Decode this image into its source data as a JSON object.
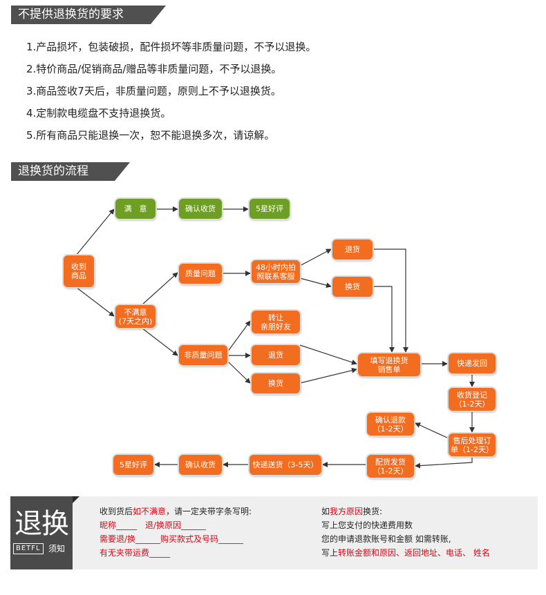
{
  "section1": {
    "title": "不提供退换货的要求"
  },
  "rules": [
    "1.产品损坏，包装破损，配件损坏等非质量问题，不予以退换。",
    "2.特价商品/促销商品/赠品等非质量问题，不予以退换。",
    "3.商品签收7天后，非质量问题，原则上不予以退换货。",
    "4.定制款电缆盘不支持退换货。",
    "5.所有商品只能退换一次，恕不能退换多次，请谅解。"
  ],
  "section2": {
    "title": "退换货的流程"
  },
  "flow": {
    "colors": {
      "orange": "#f36d21",
      "green": "#6f9e25",
      "arrow": "#333333"
    },
    "nodes": {
      "receive": {
        "lines": [
          "收到",
          "商品"
        ],
        "color": "orange"
      },
      "satisfied": {
        "lines": [
          "满　意"
        ],
        "color": "green"
      },
      "confirm1": {
        "lines": [
          "确认收货"
        ],
        "color": "green"
      },
      "star1": {
        "lines": [
          "5星好评"
        ],
        "color": "green"
      },
      "unsatisfied": {
        "lines": [
          "不满意",
          "(7天之内)"
        ],
        "color": "orange"
      },
      "quality": {
        "lines": [
          "质量问题"
        ],
        "color": "orange"
      },
      "contact48": {
        "lines": [
          "48小时内拍",
          "照联系客服"
        ],
        "color": "orange"
      },
      "refund1": {
        "lines": [
          "退货"
        ],
        "color": "orange"
      },
      "exchange1": {
        "lines": [
          "换货"
        ],
        "color": "orange"
      },
      "nonquality": {
        "lines": [
          "非质量问题"
        ],
        "color": "orange"
      },
      "transfer": {
        "lines": [
          "转让",
          "亲朋好友"
        ],
        "color": "orange"
      },
      "refund2": {
        "lines": [
          "退货"
        ],
        "color": "orange"
      },
      "exchange2": {
        "lines": [
          "换货"
        ],
        "color": "orange"
      },
      "fillform": {
        "lines": [
          "填写退换货",
          "销售单"
        ],
        "color": "orange"
      },
      "express": {
        "lines": [
          "快递发回"
        ],
        "color": "orange"
      },
      "register": {
        "lines": [
          "收货登记",
          "（1-2天）"
        ],
        "color": "orange"
      },
      "aftersale": {
        "lines": [
          "售后处理订",
          "单（1-2天）"
        ],
        "color": "orange"
      },
      "confirmrefund": {
        "lines": [
          "确认退款",
          "（1-2天）"
        ],
        "color": "orange"
      },
      "ship": {
        "lines": [
          "配货发货",
          "（1-2天）"
        ],
        "color": "orange"
      },
      "delivery": {
        "lines": [
          "快递送货（3-5天）"
        ],
        "color": "orange"
      },
      "confirm2": {
        "lines": [
          "确认收货"
        ],
        "color": "orange"
      },
      "star2": {
        "lines": [
          "5星好评"
        ],
        "color": "orange"
      }
    }
  },
  "footer": {
    "badge_big": "退换",
    "badge_small": "BETFL",
    "badge_must": "须知",
    "left": [
      [
        {
          "t": "收到货后",
          "c": "dark"
        },
        {
          "t": "如不满意",
          "c": "red"
        },
        {
          "t": "，请一定夹带字条写明:",
          "c": "dark"
        }
      ],
      [
        {
          "t": "昵称_____　退/换原因______",
          "c": "red"
        }
      ],
      [
        {
          "t": "需要退/换______购买款式及号码______",
          "c": "red"
        }
      ],
      [
        {
          "t": "有无夹带运费_____",
          "c": "red"
        }
      ]
    ],
    "right": [
      [
        {
          "t": "如",
          "c": "dark"
        },
        {
          "t": "我方原因",
          "c": "red"
        },
        {
          "t": "换货:",
          "c": "dark"
        }
      ],
      [
        {
          "t": "写上您支付的快递费用数",
          "c": "dark"
        }
      ],
      [
        {
          "t": "您的申请退款账号和金额 如需转账,",
          "c": "dark"
        }
      ],
      [
        {
          "t": "写上",
          "c": "dark"
        },
        {
          "t": "转账金额和原因、返回地址、电话、 姓名",
          "c": "red"
        }
      ]
    ]
  }
}
